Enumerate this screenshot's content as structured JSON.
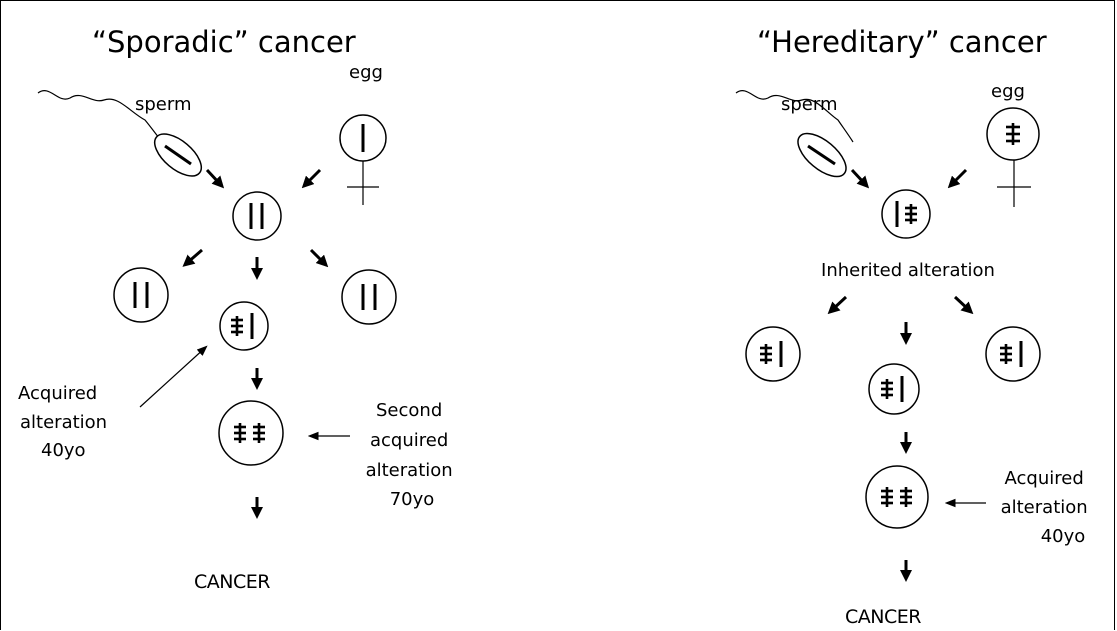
{
  "sporadic": {
    "title": "“Sporadic” cancer",
    "sperm_label": "sperm",
    "egg_label": "egg",
    "acquired_label": [
      "Acquired",
      "alteration",
      "40yo"
    ],
    "second_label": [
      "Second",
      "acquired",
      "alteration",
      "70yo"
    ],
    "outcome": "CANCER"
  },
  "hereditary": {
    "title": "“Hereditary” cancer",
    "sperm_label": "sperm",
    "egg_label": "egg",
    "inherited_label": "Inherited alteration",
    "acquired_label": [
      "Acquired",
      "alteration",
      "40yo"
    ],
    "outcome": "CANCER"
  }
}
